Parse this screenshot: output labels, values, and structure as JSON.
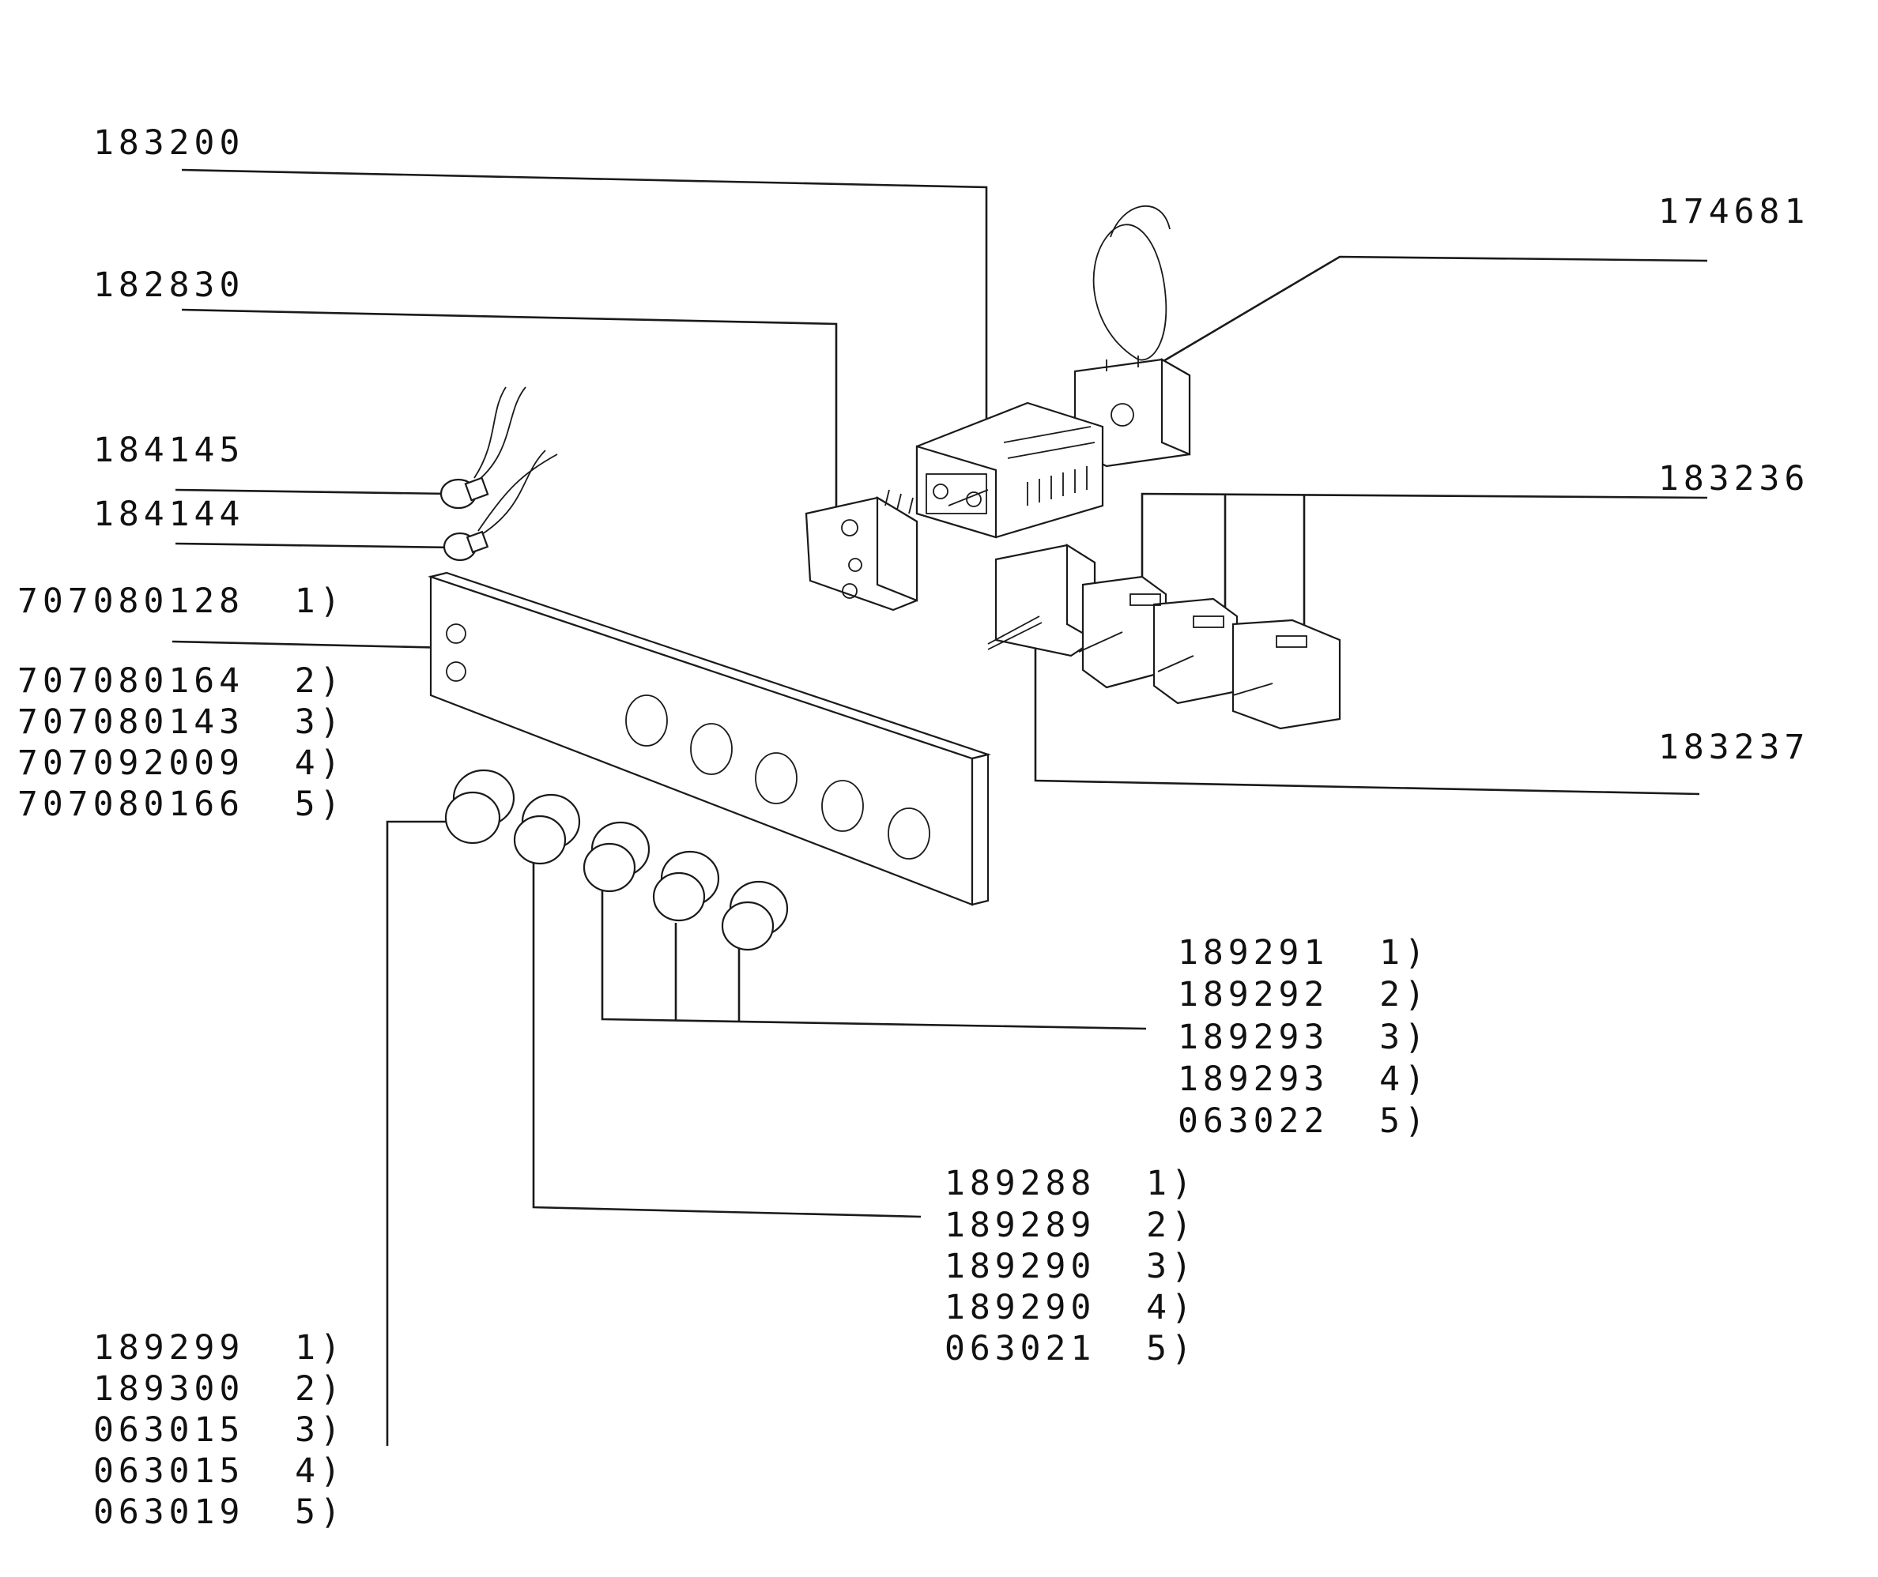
{
  "callouts": {
    "main_timer": "183200",
    "clock": "174681",
    "socket_block": "182830",
    "lamp_a": "184145",
    "lamp_b": "184144",
    "switch_block": "183236",
    "switch_main": "183237"
  },
  "panel_variants": [
    "707080128  1)",
    "707080164  2)",
    "707080143  3)",
    "707092009  4)",
    "707080166  5)"
  ],
  "knob_group_a": [
    "189291  1)",
    "189292  2)",
    "189293  3)",
    "189293  4)",
    "063022  5)"
  ],
  "knob_group_b": [
    "189288  1)",
    "189289  2)",
    "189290  3)",
    "189290  4)",
    "063021  5)"
  ],
  "knob_group_c": [
    "189299  1)",
    "189300  2)",
    "063015  3)",
    "063015  4)",
    "063019  5)"
  ]
}
